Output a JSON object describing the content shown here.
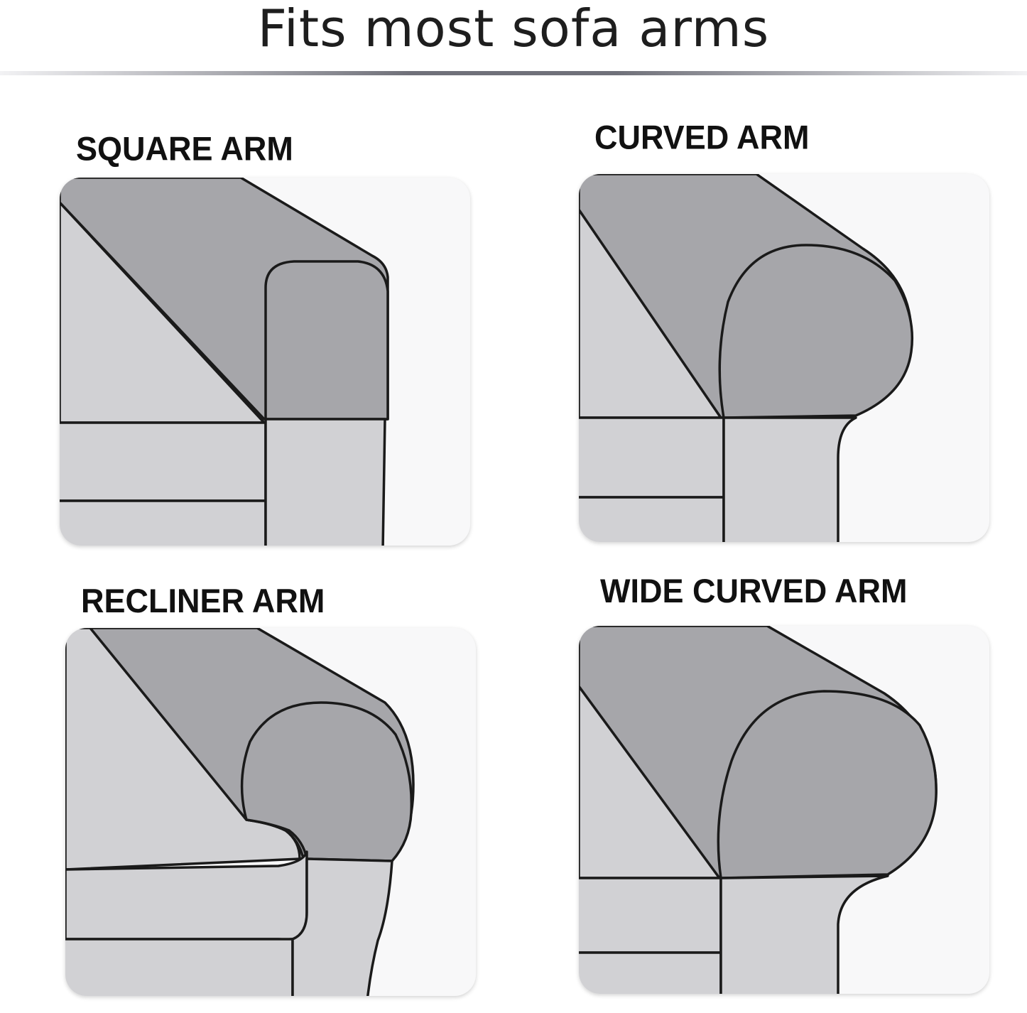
{
  "title": "Fits most sofa arms",
  "arm_types": [
    {
      "label": "SQUARE ARM"
    },
    {
      "label": "CURVED ARM"
    },
    {
      "label": "RECLINER ARM"
    },
    {
      "label": "WIDE CURVED ARM"
    }
  ],
  "colors": {
    "arm_dark": "#a6a6aa",
    "sofa_light": "#d1d1d4",
    "panel_bg": "#f8f8f9",
    "outline": "#1a1a1a"
  }
}
